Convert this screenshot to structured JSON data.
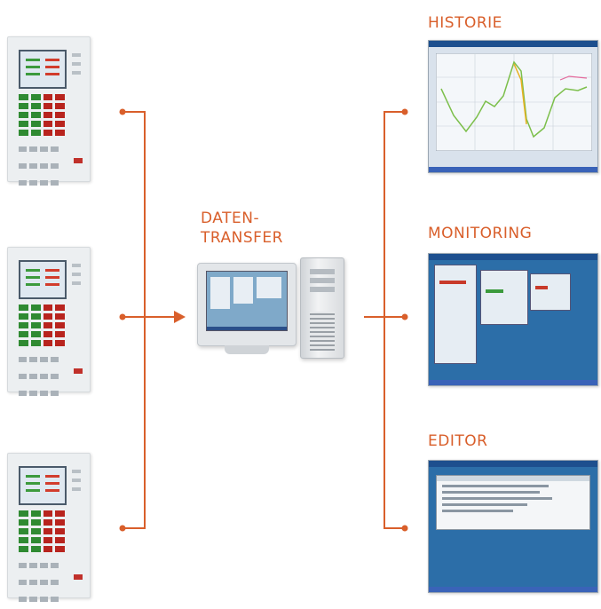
{
  "labels": {
    "data_transfer_line1": "DATEN-",
    "data_transfer_line2": "TRANSFER",
    "history": "HISTORIE",
    "monitoring": "MONITORING",
    "editor": "EDITOR"
  },
  "colors": {
    "accent": "#d95f2b",
    "connector": "#d95f2b"
  },
  "devices": [
    {
      "name": "controller-device-1"
    },
    {
      "name": "controller-device-2"
    },
    {
      "name": "controller-device-3"
    }
  ],
  "screens": [
    {
      "name": "history-screenshot",
      "type": "line-chart"
    },
    {
      "name": "monitoring-screenshot",
      "type": "dashboard"
    },
    {
      "name": "editor-screenshot",
      "type": "table"
    }
  ],
  "center": {
    "name": "computer-workstation"
  }
}
